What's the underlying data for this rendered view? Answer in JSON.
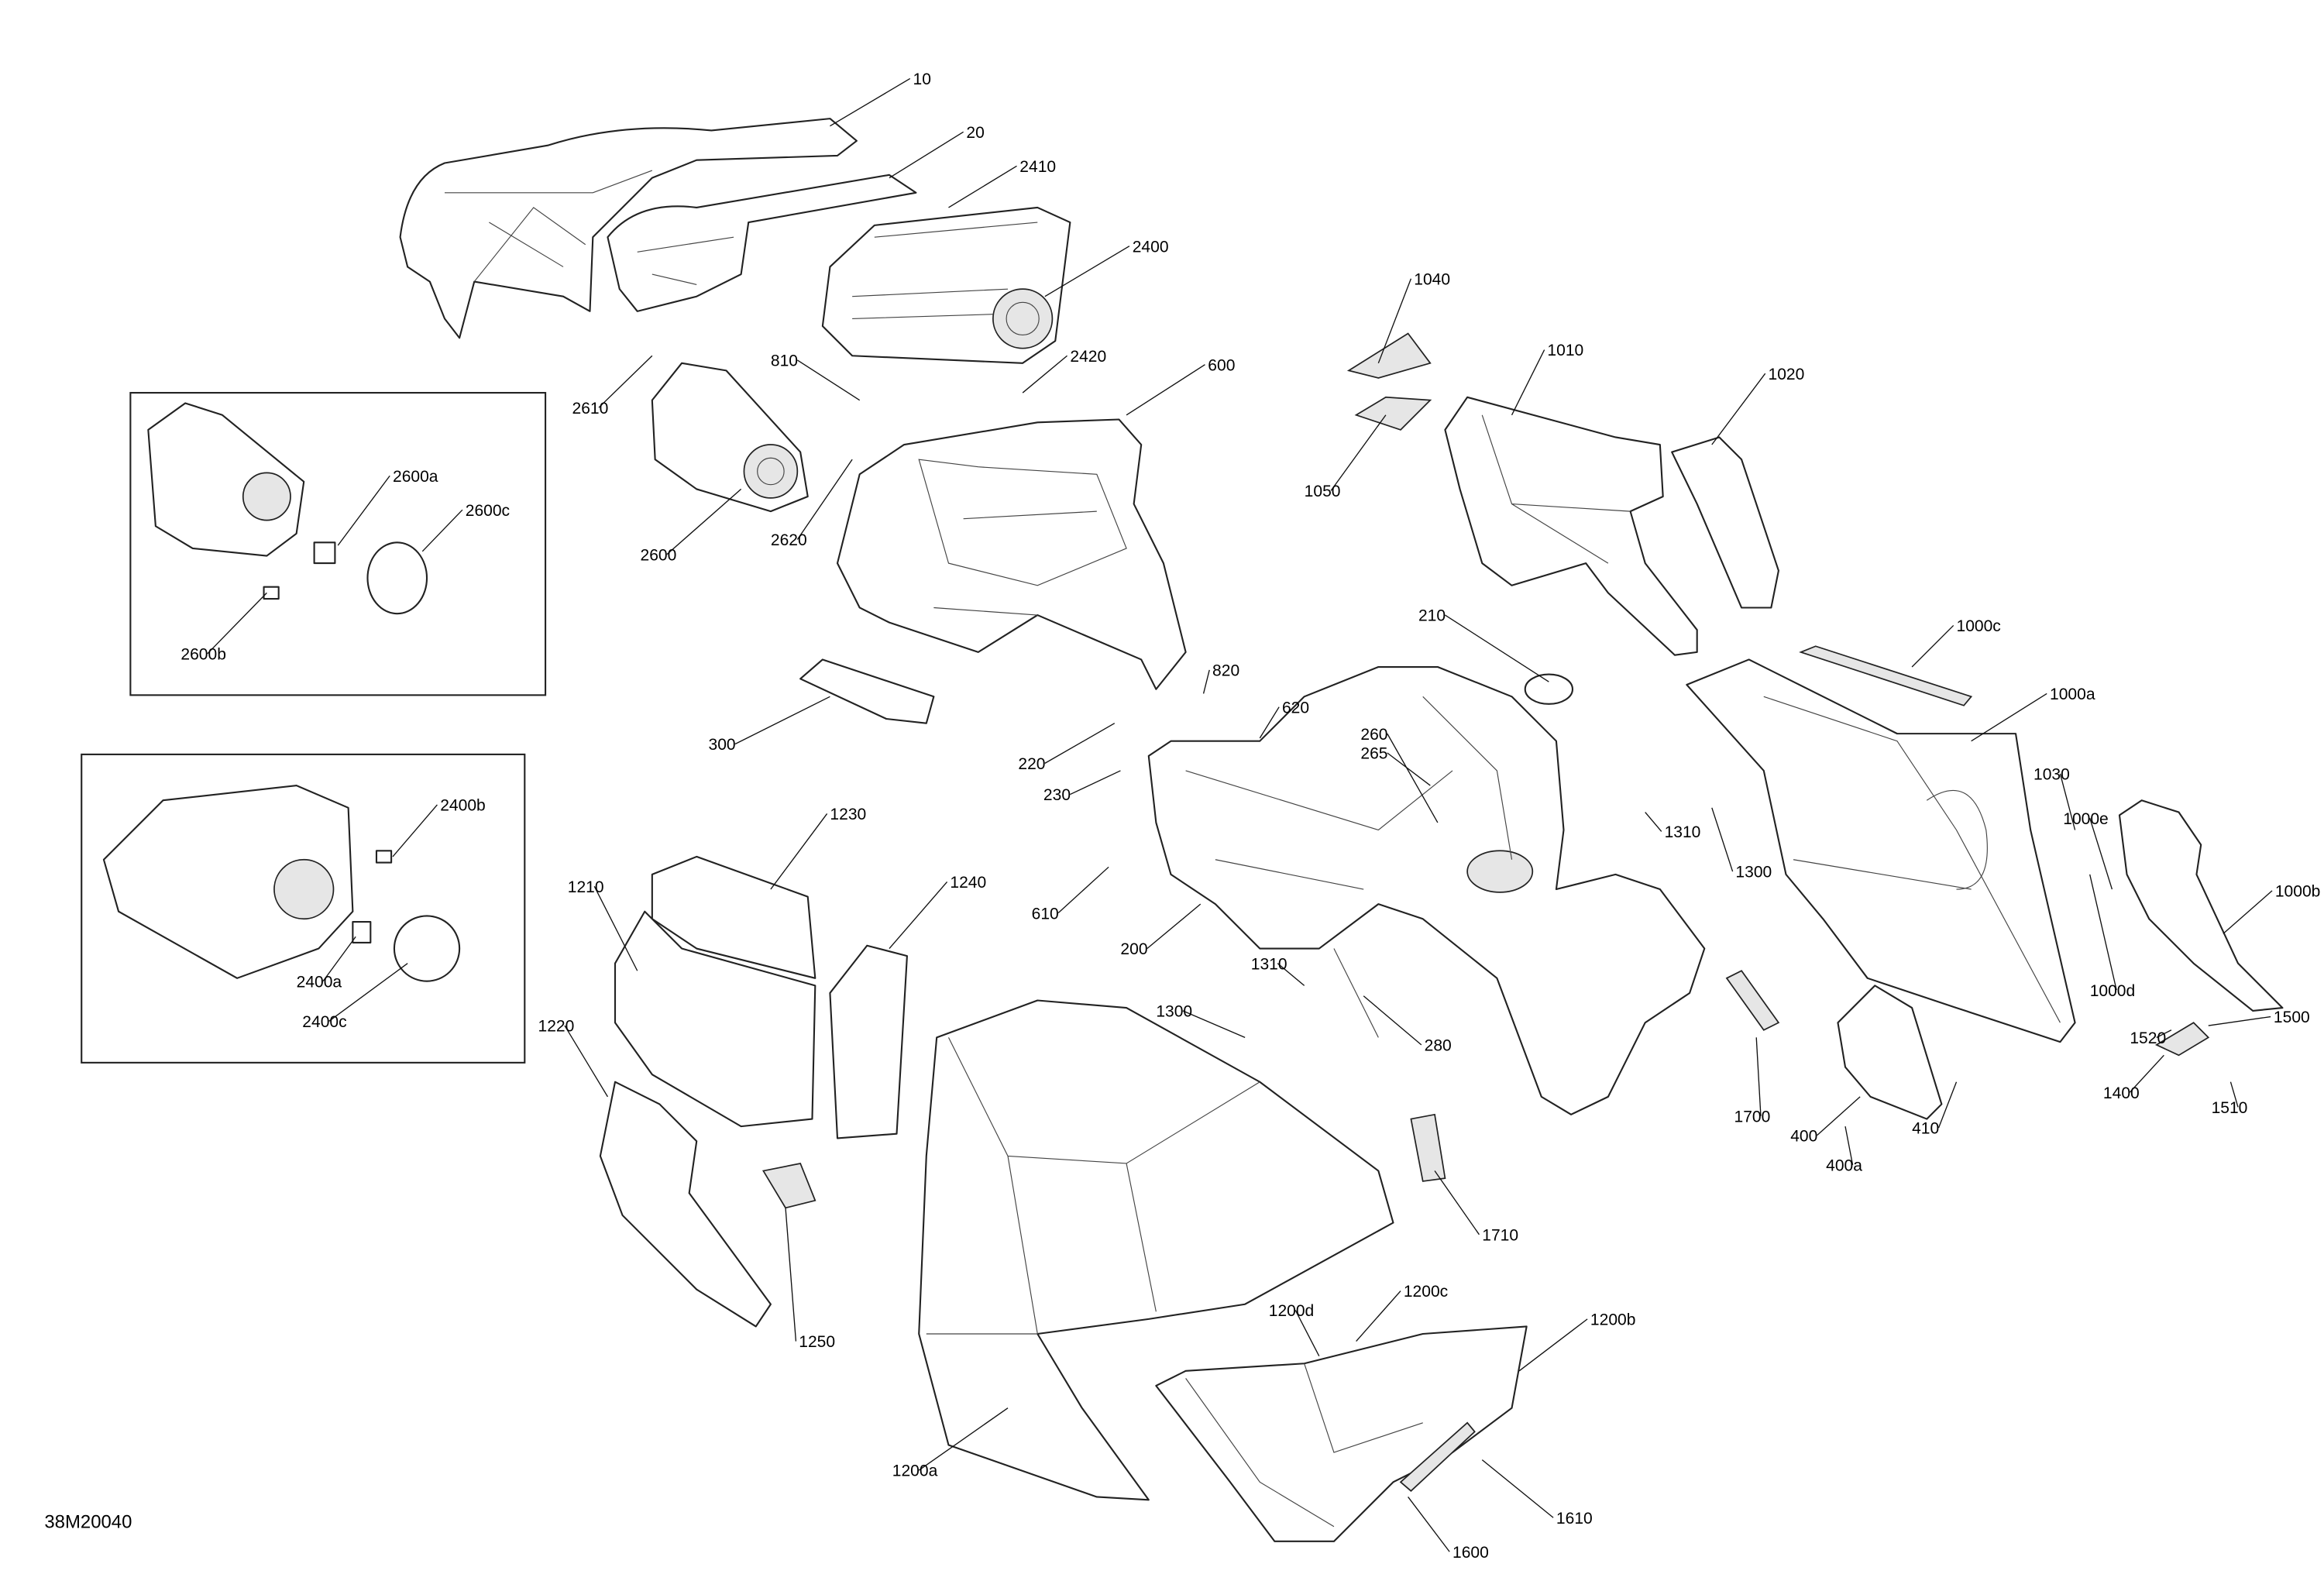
{
  "diagram": {
    "reference_code": "38M20040",
    "callouts": [
      "10",
      "20",
      "2410",
      "2400",
      "810",
      "2420",
      "600",
      "2610",
      "2600a",
      "2600c",
      "2600b",
      "2600",
      "2620",
      "1040",
      "1010",
      "1020",
      "1050",
      "300",
      "210",
      "820",
      "620",
      "260",
      "265",
      "220",
      "230",
      "610",
      "200",
      "1310",
      "1300",
      "1000c",
      "1000a",
      "1030",
      "1000e",
      "1000b",
      "1000d",
      "1520",
      "1500",
      "1400",
      "1510",
      "400",
      "410",
      "400a",
      "1700",
      "1710",
      "2400b",
      "2400a",
      "2400c",
      "1230",
      "1210",
      "1240",
      "1220",
      "1310",
      "1300",
      "280",
      "1250",
      "1200c",
      "1200d",
      "1200b",
      "1200a",
      "1600",
      "1610"
    ]
  }
}
